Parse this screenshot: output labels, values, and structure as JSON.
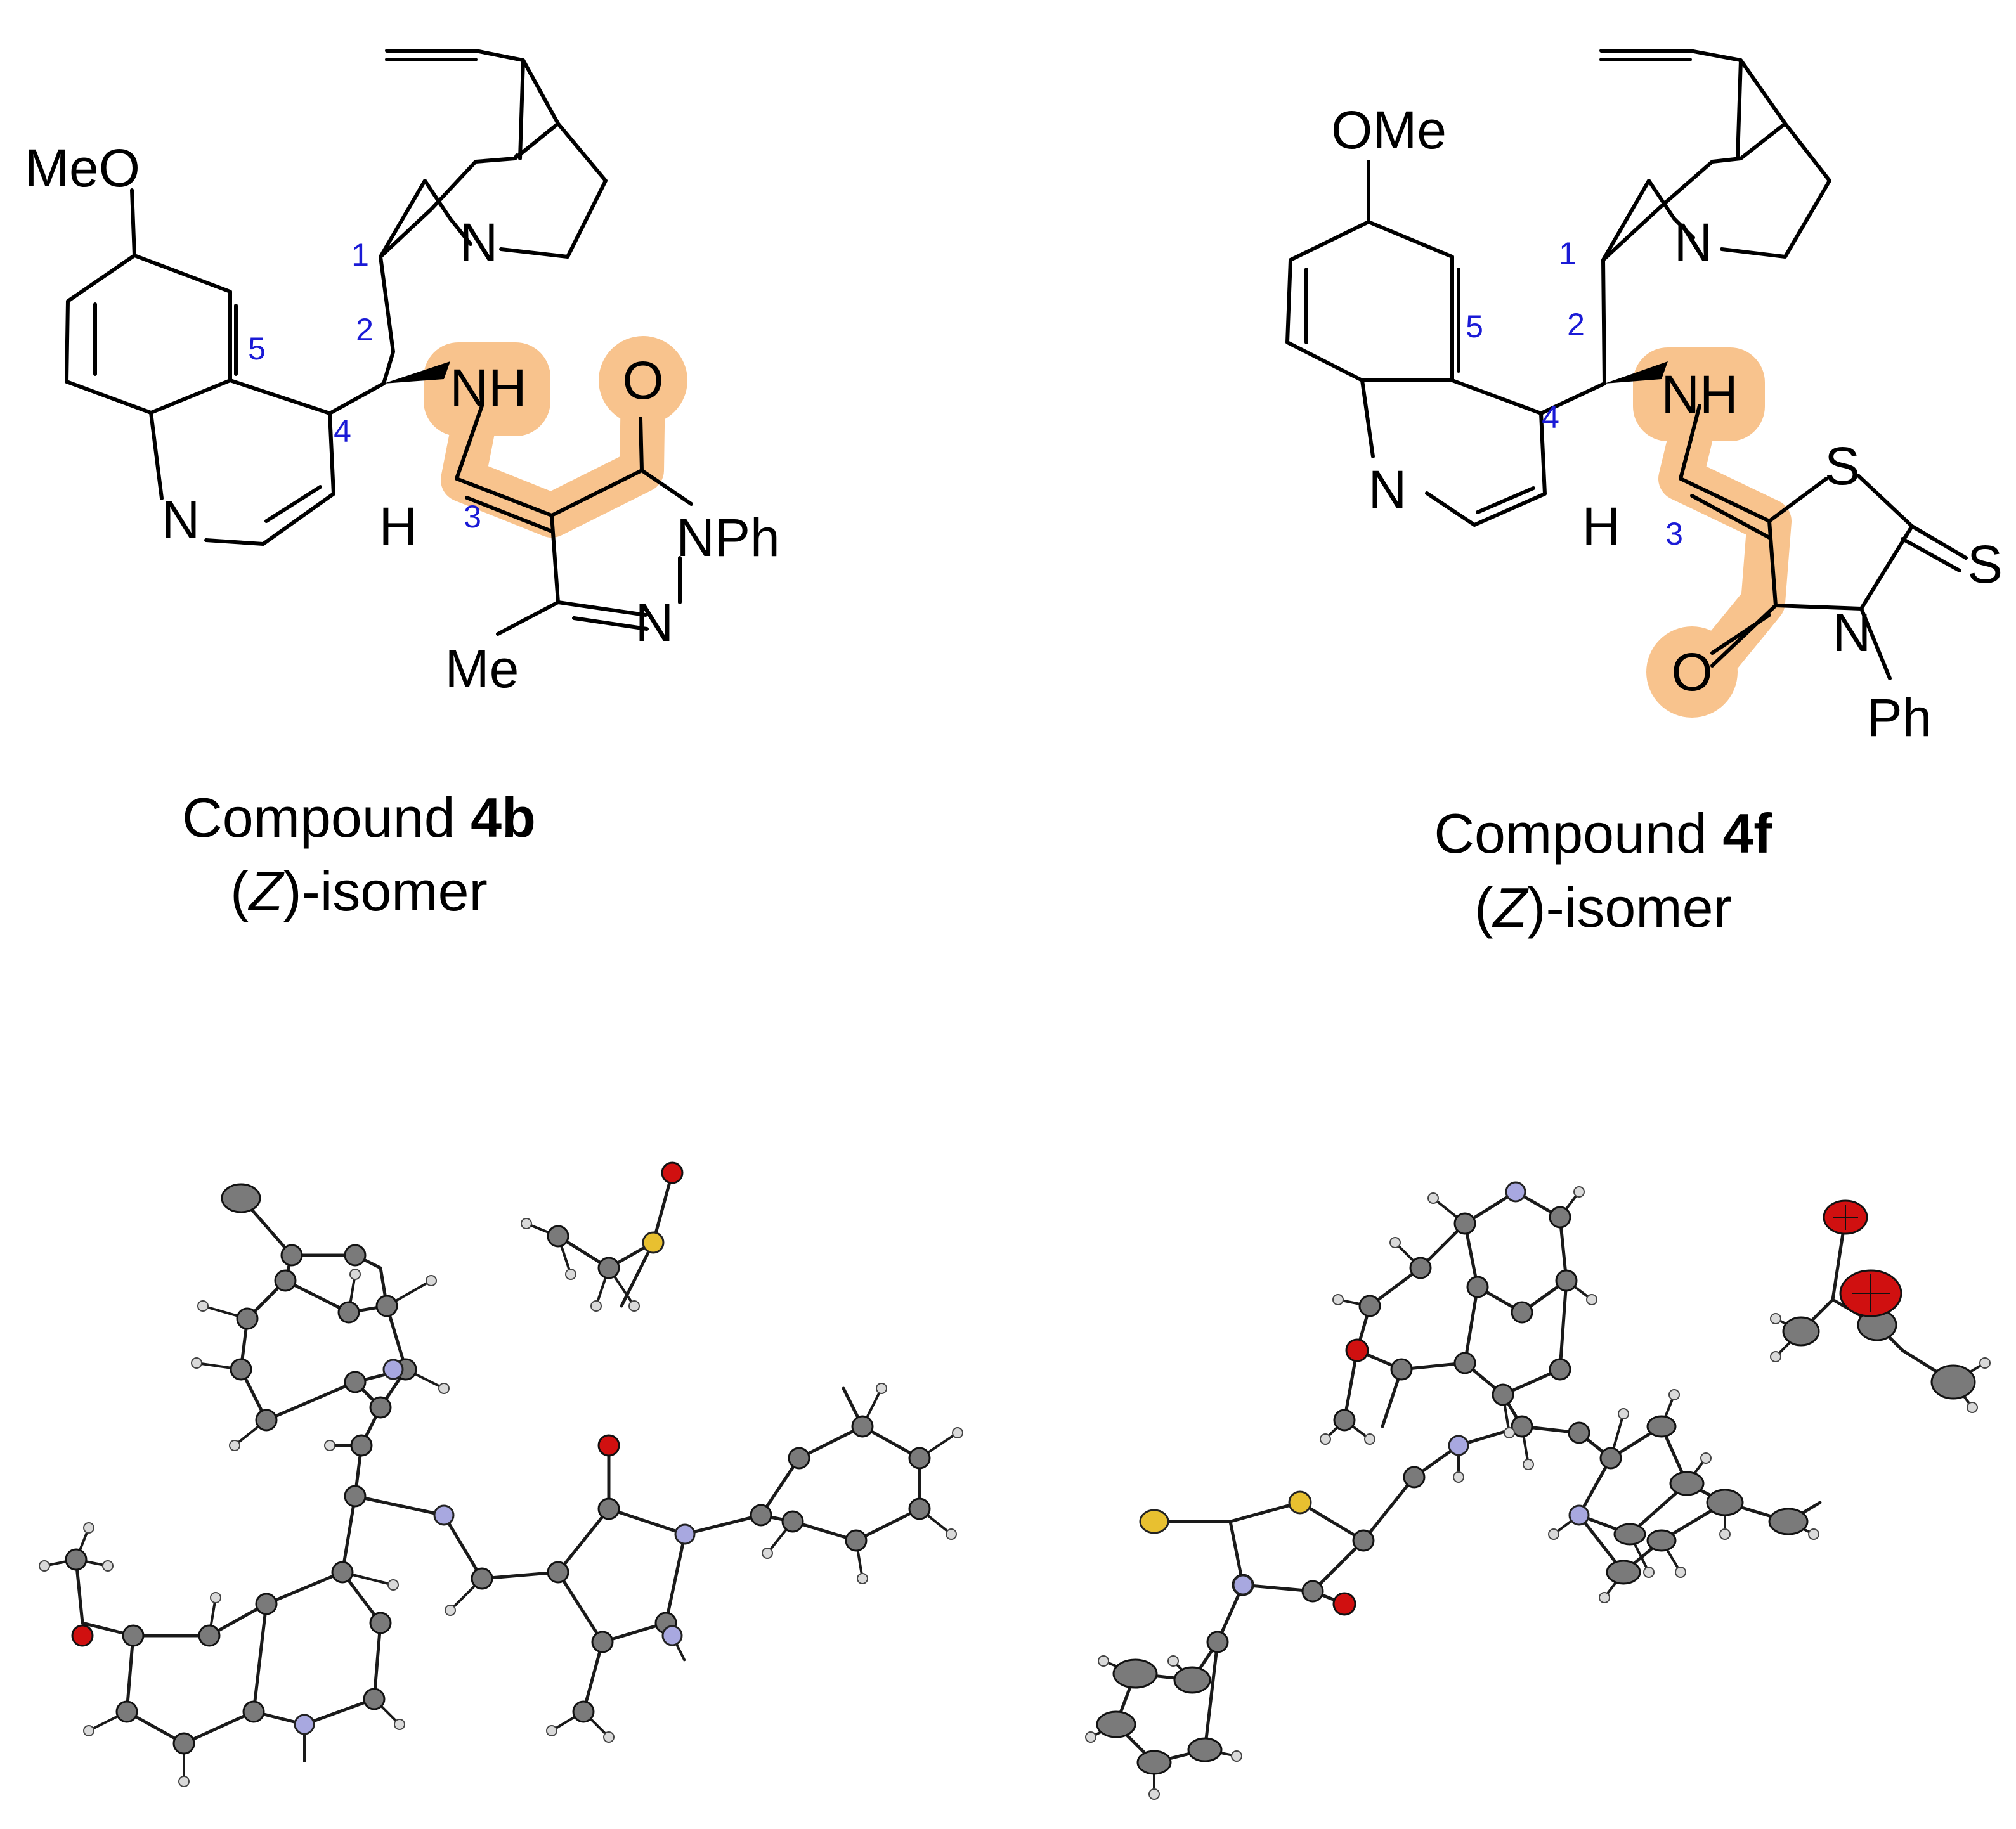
{
  "left_compound": {
    "caption_prefix": "Compound ",
    "caption_id": "4b",
    "isomer_open": "(",
    "isomer_letter": "Z",
    "isomer_close": ")-isomer",
    "labels": {
      "methoxy": "MeO",
      "quinuclidine_n": "N",
      "quinoline_n": "N",
      "amine": "NH",
      "vinyl_h": "H",
      "carbonyl_o": "O",
      "n_phenyl": "NPh",
      "pyrazole_n": "N",
      "methyl": "Me"
    },
    "numbers": [
      "1",
      "2",
      "3",
      "4",
      "5"
    ]
  },
  "right_compound": {
    "caption_prefix": "Compound ",
    "caption_id": "4f",
    "isomer_open": "(",
    "isomer_letter": "Z",
    "isomer_close": ")-isomer",
    "labels": {
      "methoxy": "OMe",
      "quinuclidine_n": "N",
      "quinoline_n": "N",
      "amine": "NH",
      "vinyl_h": "H",
      "ring_s": "S",
      "thione_s": "S",
      "carbonyl_o": "O",
      "ring_n": "N",
      "phenyl": "Ph"
    },
    "numbers": [
      "1",
      "2",
      "3",
      "4",
      "5"
    ]
  },
  "colors": {
    "highlight": "#f8c38d",
    "atom_numbers": "#1a1ad6",
    "carbon": "#7a7a7a",
    "hydrogen": "#d9d9d9",
    "nitrogen": "#a8a8e0",
    "oxygen": "#d01010",
    "sulfur": "#e8c030"
  }
}
